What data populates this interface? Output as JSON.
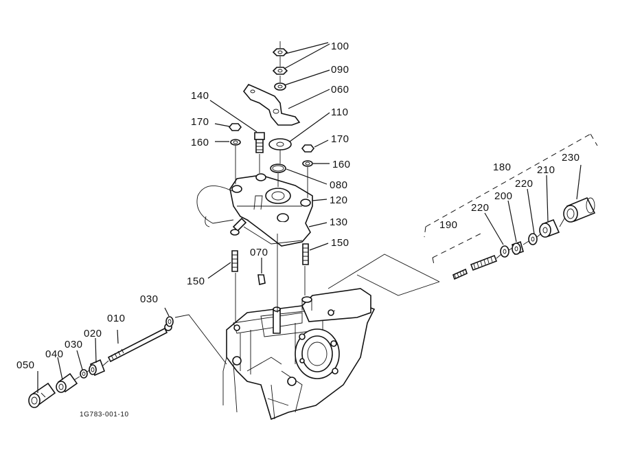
{
  "diagram": {
    "reference_code": "1G783-001-10",
    "part_labels": {
      "p100": "100",
      "p090": "090",
      "p060": "060",
      "p140": "140",
      "p110": "110",
      "p170a": "170",
      "p170b": "170",
      "p160a": "160",
      "p160b": "160",
      "p080": "080",
      "p120": "120",
      "p130": "130",
      "p150a": "150",
      "p150b": "150",
      "p070": "070",
      "p180": "180",
      "p230": "230",
      "p220a": "220",
      "p220b": "220",
      "p210": "210",
      "p200": "200",
      "p190": "190",
      "p030a": "030",
      "p030b": "030",
      "p010": "010",
      "p020": "020",
      "p040": "040",
      "p050": "050"
    }
  }
}
